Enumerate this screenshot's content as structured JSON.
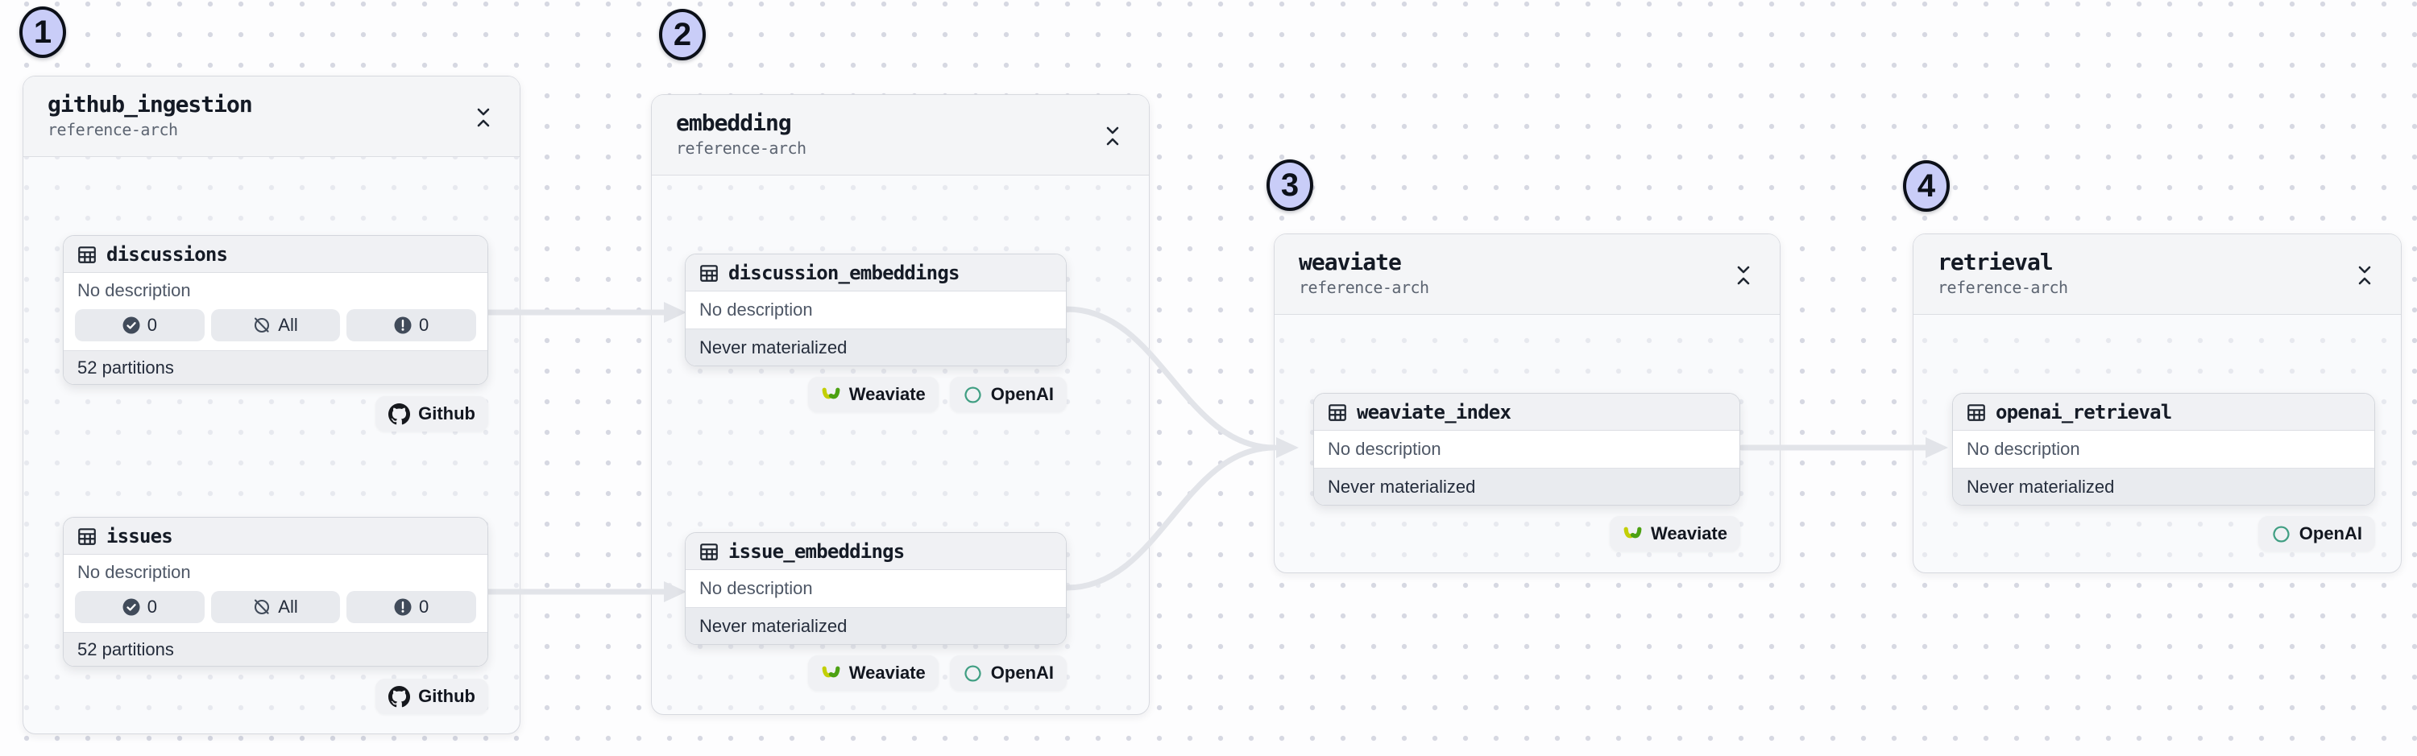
{
  "view": {
    "name": "asset-lineage-graph",
    "background": "dotted-grid"
  },
  "colors": {
    "step_circle_fill": "#c9cdf8",
    "step_circle_border": "#0c1019",
    "edge": "#e2e4e9",
    "node_border": "#d3d6dc",
    "status_icon_fill": "#414b5a",
    "github_icon": "#16181d",
    "weaviate_yellow": "#c3cf06",
    "weaviate_green": "#4ca112",
    "openai_green": "#3f9e82"
  },
  "groups": [
    {
      "step": "1",
      "title": "github_ingestion",
      "subtitle": "reference-arch",
      "assets": [
        {
          "name": "discussions",
          "description": "No description",
          "checks": [
            {
              "icon": "check-circle",
              "label": "0"
            },
            {
              "icon": "slash-circle",
              "label": "All"
            },
            {
              "icon": "alert-circle",
              "label": "0"
            }
          ],
          "partitions": "52 partitions",
          "tags": [
            {
              "icon": "github",
              "label": "Github"
            }
          ]
        },
        {
          "name": "issues",
          "description": "No description",
          "checks": [
            {
              "icon": "check-circle",
              "label": "0"
            },
            {
              "icon": "slash-circle",
              "label": "All"
            },
            {
              "icon": "alert-circle",
              "label": "0"
            }
          ],
          "partitions": "52 partitions",
          "tags": [
            {
              "icon": "github",
              "label": "Github"
            }
          ]
        }
      ]
    },
    {
      "step": "2",
      "title": "embedding",
      "subtitle": "reference-arch",
      "assets": [
        {
          "name": "discussion_embeddings",
          "description": "No description",
          "status": "Never materialized",
          "tags": [
            {
              "icon": "weaviate",
              "label": "Weaviate"
            },
            {
              "icon": "openai",
              "label": "OpenAI"
            }
          ]
        },
        {
          "name": "issue_embeddings",
          "description": "No description",
          "status": "Never materialized",
          "tags": [
            {
              "icon": "weaviate",
              "label": "Weaviate"
            },
            {
              "icon": "openai",
              "label": "OpenAI"
            }
          ]
        }
      ]
    },
    {
      "step": "3",
      "title": "weaviate",
      "subtitle": "reference-arch",
      "assets": [
        {
          "name": "weaviate_index",
          "description": "No description",
          "status": "Never materialized",
          "tags": [
            {
              "icon": "weaviate",
              "label": "Weaviate"
            }
          ]
        }
      ]
    },
    {
      "step": "4",
      "title": "retrieval",
      "subtitle": "reference-arch",
      "assets": [
        {
          "name": "openai_retrieval",
          "description": "No description",
          "status": "Never materialized",
          "tags": [
            {
              "icon": "openai",
              "label": "OpenAI"
            }
          ]
        }
      ]
    }
  ],
  "edges": [
    {
      "from": "discussions",
      "to": "discussion_embeddings"
    },
    {
      "from": "issues",
      "to": "issue_embeddings"
    },
    {
      "from": "discussion_embeddings",
      "to": "weaviate_index"
    },
    {
      "from": "issue_embeddings",
      "to": "weaviate_index"
    },
    {
      "from": "weaviate_index",
      "to": "openai_retrieval"
    }
  ]
}
